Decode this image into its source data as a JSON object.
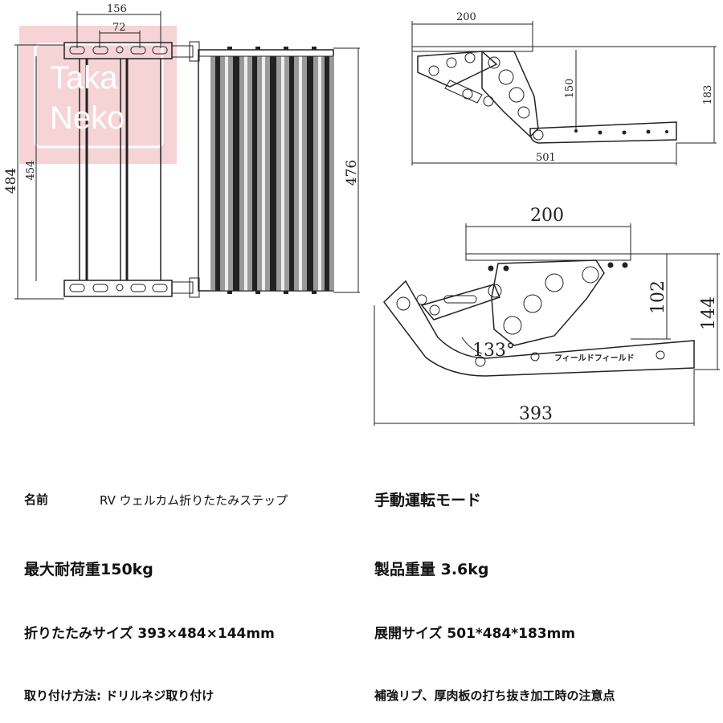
{
  "watermark": {
    "line1": "Taka",
    "line2": "Neko"
  },
  "drawing_top": {
    "dim_156": "156",
    "dim_72": "72",
    "dim_484": "484",
    "dim_454": "454",
    "dim_476": "476"
  },
  "drawing_side_open": {
    "dim_200": "200",
    "dim_150": "150",
    "dim_183": "183",
    "dim_501": "501"
  },
  "drawing_side_folded": {
    "dim_200": "200",
    "dim_102": "102",
    "dim_144": "144",
    "angle": "133°",
    "dim_393": "393",
    "plate_label": "フィールドフィールド"
  },
  "specs": {
    "name_label": "名前",
    "name_value": "RV ウェルカム折りたたみステップ",
    "mode": "手動運転モード",
    "max_load": "最大耐荷重150kg",
    "weight": "製品重量 3.6kg",
    "folded_size": "折りたたみサイズ 393×484×144mm",
    "open_size": "展開サイズ 501*484*183mm",
    "mounting": "取り付け方法: ドリルネジ取り付け",
    "note": "補強リブ、厚肉板の打ち抜き加工時の注意点"
  }
}
